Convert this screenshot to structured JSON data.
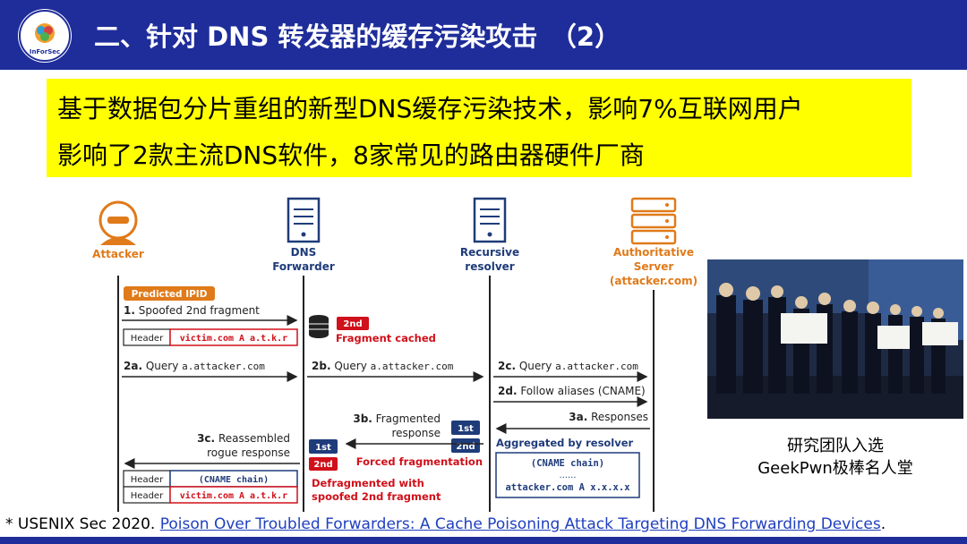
{
  "header": {
    "logo_text": "InForSec",
    "title": "二、针对 DNS 转发器的缓存污染攻击　（2）",
    "colors": {
      "bar": "#1f2d9a",
      "highlight": "#ffff00",
      "orange": "#e07a1a",
      "red": "#d0101a",
      "navy": "#1f3c7a"
    }
  },
  "highlight": {
    "line1": "基于数据包分片重组的新型DNS缓存污染技术，影响7%互联网用户",
    "line2": "影响了2款主流DNS软件，8家常见的路由器硬件厂商"
  },
  "diagram": {
    "actors": {
      "attacker": "Attacker",
      "forwarder_1": "DNS",
      "forwarder_2": "Forwarder",
      "resolver_1": "Recursive",
      "resolver_2": "resolver",
      "auth_1": "Authoritative",
      "auth_2": "Server",
      "auth_3": "(attacker.com)"
    },
    "predicted_ipid": "Predicted IPID",
    "step1_num": "1.",
    "step1_text": "Spoofed 2nd fragment",
    "header_label": "Header",
    "victim_record": "victim.com A a.t.k.r",
    "tag_2nd": "2nd",
    "tag_1st": "1st",
    "fragment_cached": "Fragment cached",
    "step2a_num": "2a.",
    "step2a_text": "Query",
    "step2a_domain": "a.attacker.com",
    "step2b_num": "2b.",
    "step2b_text": "Query",
    "step2b_domain": "a.attacker.com",
    "step2c_num": "2c.",
    "step2c_text": "Query",
    "step2c_domain": "a.attacker.com",
    "step2d_num": "2d.",
    "step2d_text": "Follow aliases (CNAME)",
    "step3a_num": "3a.",
    "step3a_text": "Responses",
    "step3b_num": "3b.",
    "step3b_text1": "Fragmented",
    "step3b_text2": "response",
    "aggregated": "Aggregated by resolver",
    "forced_frag": "Forced fragmentation",
    "cname_chain": "(CNAME chain)",
    "dots": "......",
    "attacker_record": "attacker.com A x.x.x.x",
    "step3c_num": "3c.",
    "step3c_text1": "Reassembled",
    "step3c_text2": "rogue response",
    "defrag1": "Defragmented with",
    "defrag2": "spoofed 2nd fragment"
  },
  "caption": {
    "line1": "研究团队入选",
    "line2": "GeekPwn极棒名人堂"
  },
  "footer": {
    "prefix": "* USENIX Sec 2020. ",
    "link": "Poison Over Troubled Forwarders: A Cache Poisoning Attack Targeting DNS Forwarding Devices",
    "suffix": "."
  }
}
